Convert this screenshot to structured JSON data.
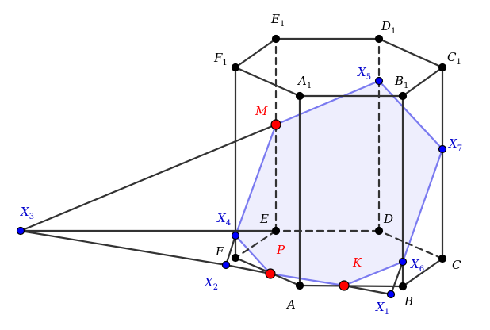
{
  "colors": {
    "edge": "#333333",
    "section_fill": "#7b7bf0",
    "section_stroke": "#7a7af0",
    "vertex_point": "#000000",
    "given_point": "#ff0000",
    "construction_point": "#0000ff",
    "label_black": "#000000",
    "label_red": "#ff0000",
    "label_blue": "#0000cc"
  },
  "points": {
    "A": {
      "name": "A",
      "sub": "",
      "kind": "vertex"
    },
    "B": {
      "name": "B",
      "sub": "",
      "kind": "vertex"
    },
    "C": {
      "name": "C",
      "sub": "",
      "kind": "vertex"
    },
    "D": {
      "name": "D",
      "sub": "",
      "kind": "vertex"
    },
    "E": {
      "name": "E",
      "sub": "",
      "kind": "vertex"
    },
    "F": {
      "name": "F",
      "sub": "",
      "kind": "vertex"
    },
    "A1": {
      "name": "A",
      "sub": "1",
      "kind": "vertex"
    },
    "B1": {
      "name": "B",
      "sub": "1",
      "kind": "vertex"
    },
    "C1": {
      "name": "C",
      "sub": "1",
      "kind": "vertex"
    },
    "D1": {
      "name": "D",
      "sub": "1",
      "kind": "vertex"
    },
    "E1": {
      "name": "E",
      "sub": "1",
      "kind": "vertex"
    },
    "F1": {
      "name": "F",
      "sub": "1",
      "kind": "vertex"
    },
    "M": {
      "name": "M",
      "sub": "",
      "kind": "given"
    },
    "K": {
      "name": "K",
      "sub": "",
      "kind": "given"
    },
    "P": {
      "name": "P",
      "sub": "",
      "kind": "given"
    },
    "X1": {
      "name": "X",
      "sub": "1",
      "kind": "construction"
    },
    "X2": {
      "name": "X",
      "sub": "2",
      "kind": "construction"
    },
    "X3": {
      "name": "X",
      "sub": "3",
      "kind": "construction"
    },
    "X4": {
      "name": "X",
      "sub": "4",
      "kind": "construction"
    },
    "X5": {
      "name": "X",
      "sub": "5",
      "kind": "construction"
    },
    "X6": {
      "name": "X",
      "sub": "6",
      "kind": "construction"
    },
    "X7": {
      "name": "X",
      "sub": "7",
      "kind": "construction"
    }
  },
  "edges": [
    {
      "from": "A",
      "to": "B",
      "style": "solid"
    },
    {
      "from": "B",
      "to": "C",
      "style": "solid"
    },
    {
      "from": "C",
      "to": "D",
      "style": "dashed"
    },
    {
      "from": "D",
      "to": "E",
      "style": "dashed"
    },
    {
      "from": "E",
      "to": "F",
      "style": "dashed"
    },
    {
      "from": "F",
      "to": "A",
      "style": "solid"
    },
    {
      "from": "A1",
      "to": "B1",
      "style": "solid"
    },
    {
      "from": "B1",
      "to": "C1",
      "style": "solid"
    },
    {
      "from": "C1",
      "to": "D1",
      "style": "solid"
    },
    {
      "from": "D1",
      "to": "E1",
      "style": "solid"
    },
    {
      "from": "E1",
      "to": "F1",
      "style": "solid"
    },
    {
      "from": "F1",
      "to": "A1",
      "style": "solid"
    },
    {
      "from": "A",
      "to": "A1",
      "style": "solid"
    },
    {
      "from": "B",
      "to": "B1",
      "style": "solid"
    },
    {
      "from": "C",
      "to": "C1",
      "style": "solid"
    },
    {
      "from": "D",
      "to": "D1",
      "style": "dashed"
    },
    {
      "from": "E",
      "to": "E1",
      "style": "dashed"
    },
    {
      "from": "F",
      "to": "F1",
      "style": "solid"
    },
    {
      "from": "X3",
      "to": "E",
      "style": "solid"
    },
    {
      "from": "X3",
      "to": "M",
      "style": "solid"
    },
    {
      "from": "X3",
      "to": "X2",
      "style": "solid"
    },
    {
      "from": "X2",
      "to": "P",
      "style": "solid"
    },
    {
      "from": "X2",
      "to": "X4",
      "style": "solid"
    },
    {
      "from": "X1",
      "to": "X6",
      "style": "solid"
    },
    {
      "from": "K",
      "to": "X1",
      "style": "solid"
    }
  ],
  "section_polygon": [
    "M",
    "X5",
    "X7",
    "X6",
    "K",
    "P",
    "X4"
  ]
}
